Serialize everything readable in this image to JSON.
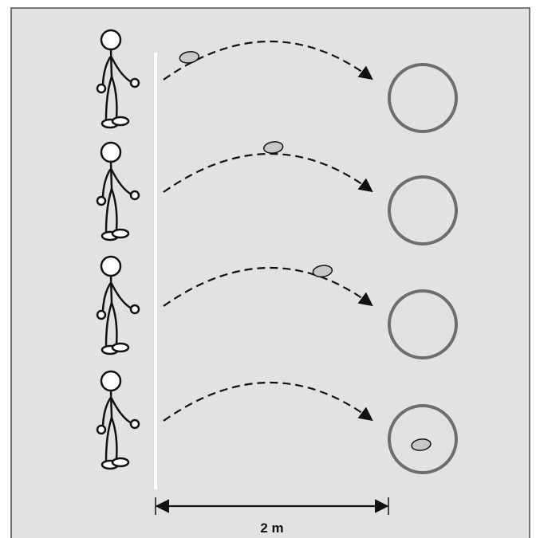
{
  "colors": {
    "panel": "#e2e2e2",
    "border": "#333333",
    "stroke": "#111111",
    "hoop": "#6e6e6e",
    "beanbag": "#c8c8c8",
    "throw_line": "#ffffff",
    "figure_fill": "#ffffff"
  },
  "icons": {
    "child": "stick-figure-icon",
    "beanbag": "beanbag-icon",
    "hoop": "hoop-icon"
  },
  "rows": [
    {
      "beanbag_progress": 0.12,
      "landed_in_hoop": false
    },
    {
      "beanbag_progress": 0.52,
      "landed_in_hoop": false
    },
    {
      "beanbag_progress": 0.76,
      "landed_in_hoop": false
    },
    {
      "beanbag_progress": 1.0,
      "landed_in_hoop": true
    }
  ],
  "distance": {
    "label": "2 m"
  }
}
